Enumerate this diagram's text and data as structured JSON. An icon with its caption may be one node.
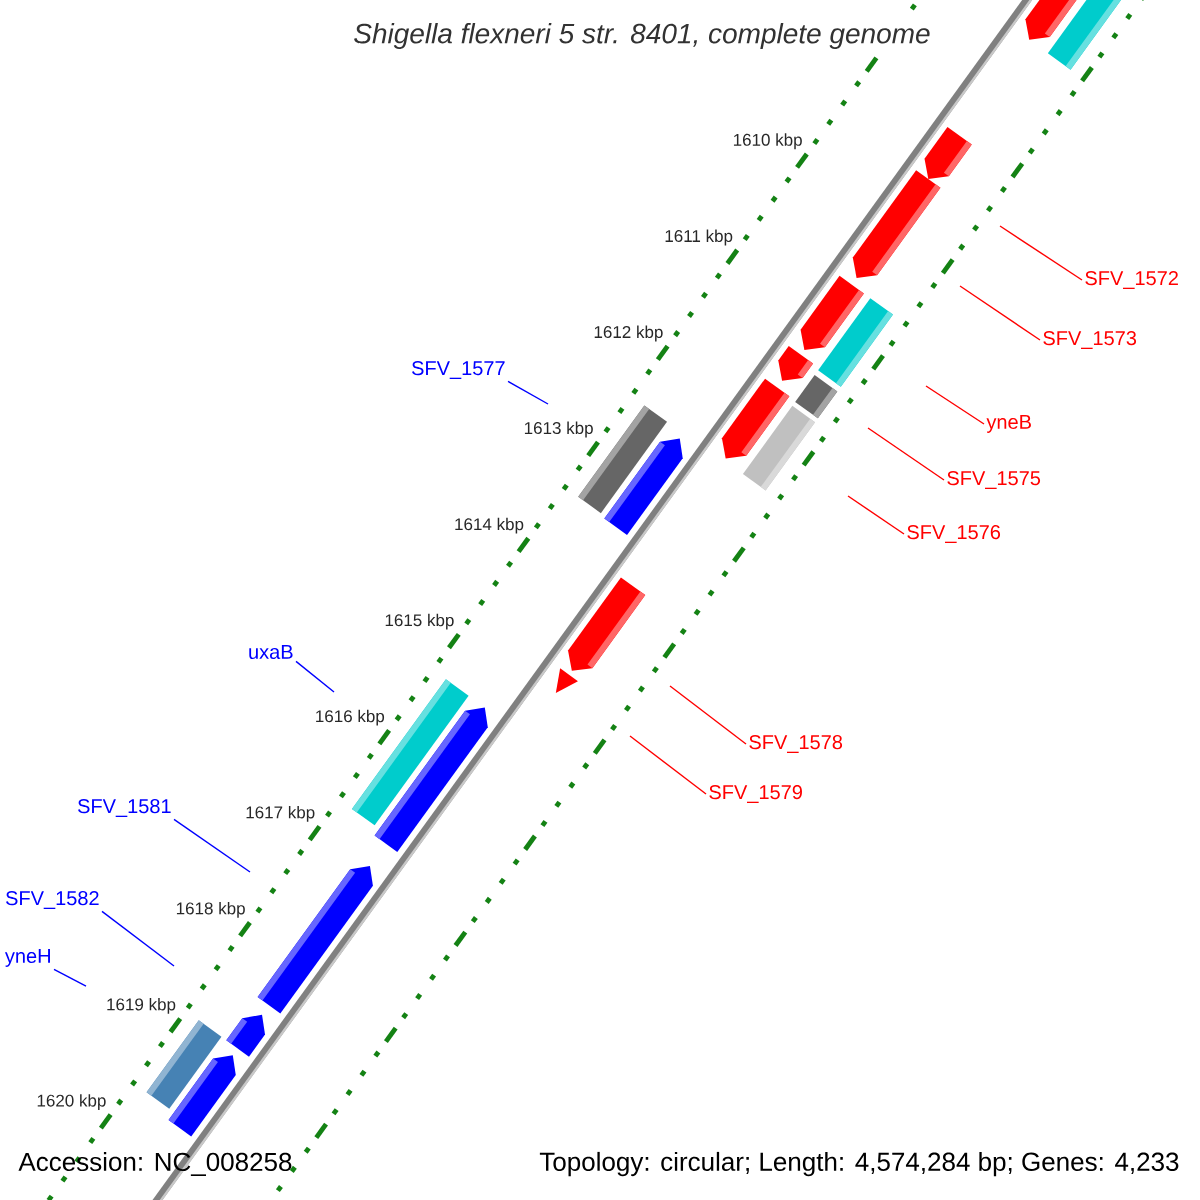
{
  "diagram": {
    "title": "Shigella flexneri 5 str. 8401, complete genome",
    "nodes": [
      {
        "text": [
          "SFV_1572"
        ]
      },
      {
        "text": [
          "SFV_1573"
        ]
      },
      {
        "text": [
          "SFV_1577"
        ]
      },
      {
        "text": [
          "yneB"
        ]
      },
      {
        "text": [
          "SFV_1575"
        ]
      },
      {
        "text": [
          "SFV_1576"
        ]
      },
      {
        "text": [
          "uxaB"
        ]
      },
      {
        "text": [
          "SFV_1578"
        ]
      },
      {
        "text": [
          "SFV_1579"
        ]
      },
      {
        "text": [
          "SFV_1581"
        ]
      },
      {
        "text": [
          "SFV_1582"
        ]
      },
      {
        "text": [
          "yneH"
        ]
      }
    ],
    "edges": [
      {
        "from": 0,
        "to": null,
        "arrow": "none"
      },
      {
        "from": 1,
        "to": null,
        "arrow": "none"
      },
      {
        "from": 2,
        "to": null,
        "arrow": "none",
        "color": "#0000ff"
      },
      {
        "from": 3,
        "to": null,
        "arrow": "none"
      },
      {
        "from": 4,
        "to": null,
        "arrow": "none"
      },
      {
        "from": 5,
        "to": null,
        "arrow": "none"
      },
      {
        "from": 6,
        "to": null,
        "arrow": "none",
        "color": "#0000ff"
      },
      {
        "from": 7,
        "to": null,
        "arrow": "none"
      },
      {
        "from": 8,
        "to": null,
        "arrow": "none"
      },
      {
        "from": 9,
        "to": null,
        "arrow": "none",
        "color": "#0000ff"
      },
      {
        "from": 10,
        "to": null,
        "arrow": "none",
        "color": "#0000ff"
      },
      {
        "from": 11,
        "to": null,
        "arrow": "none",
        "color": "#0000ff"
      }
    ],
    "labels": [
      "1610 kbp",
      "1611 kbp",
      "1612 kbp",
      "1613 kbp",
      "1614 kbp",
      "1615 kbp",
      "1616 kbp",
      "1617 kbp",
      "1618 kbp",
      "1619 kbp",
      "1620 kbp",
      "Accession: NC_008258",
      "Topology: circular; Length: 4,574,284 bp; Genes: 4,233"
    ]
  }
}
